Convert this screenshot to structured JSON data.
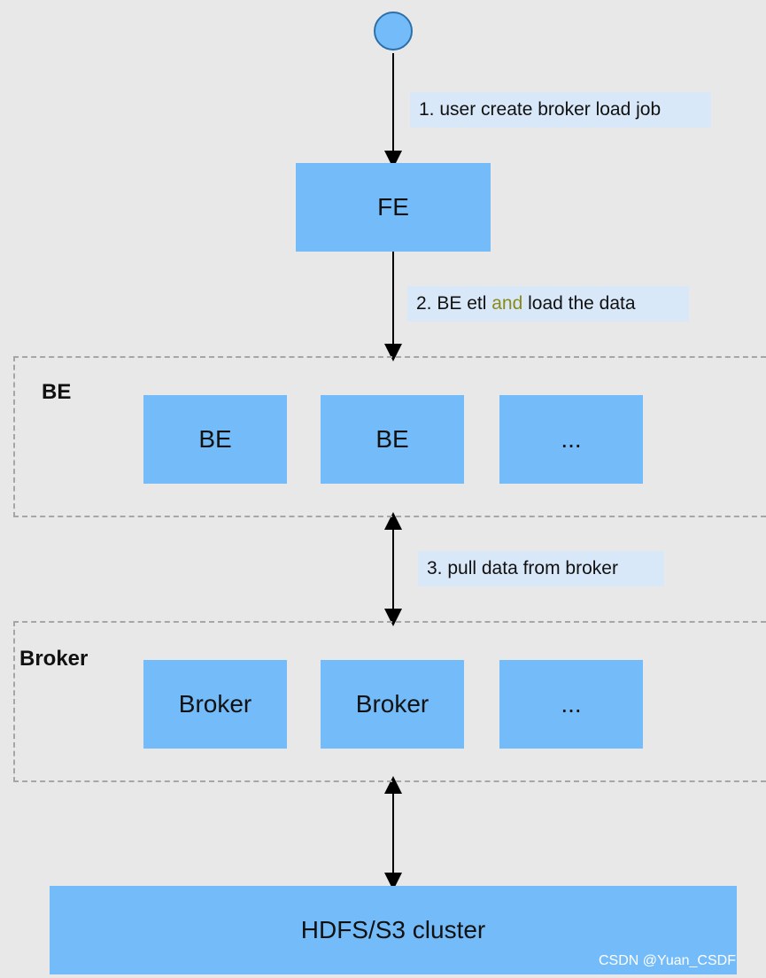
{
  "steps": {
    "step1": "1. user create broker load job",
    "step2_prefix": "2. BE etl ",
    "step2_highlight": "and",
    "step2_suffix": " load the data",
    "step3": "3. pull data from broker"
  },
  "nodes": {
    "fe": "FE",
    "be_group_title": "BE",
    "be_nodes": [
      "BE",
      "BE",
      "..."
    ],
    "broker_group_title": "Broker",
    "broker_nodes": [
      "Broker",
      "Broker",
      "..."
    ],
    "storage": "HDFS/S3 cluster"
  },
  "watermark": "CSDN @Yuan_CSDF",
  "colors": {
    "node_fill": "#74bcf9",
    "label_fill": "#d9e8f8",
    "highlight": "#8a8a1a",
    "background": "#e8e8e8"
  }
}
